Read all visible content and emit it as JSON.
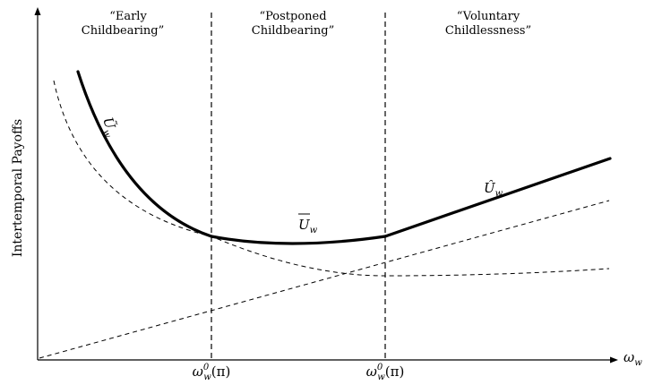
{
  "regions": [
    {
      "line1": "“Early",
      "line2": "Childbearing”"
    },
    {
      "line1": "“Postponed",
      "line2": "Childbearing”"
    },
    {
      "line1": "“Voluntary",
      "line2": "Childlessness”"
    }
  ],
  "axes": {
    "y_label": "Intertemporal Payoffs",
    "x_label": "ω",
    "x_label_sub": "w"
  },
  "thresholds": [
    {
      "main": "ω",
      "sup": "0",
      "sub": "w",
      "arg": "(π)"
    },
    {
      "main": "ω",
      "sup": "0",
      "sub": "w",
      "arg": "(π)"
    }
  ],
  "curve_labels": {
    "early": {
      "main": "Ũ",
      "sub": "w"
    },
    "postponed": {
      "main": "U",
      "sub": "w"
    },
    "childless": {
      "main": "Û",
      "sub": "w"
    }
  }
}
